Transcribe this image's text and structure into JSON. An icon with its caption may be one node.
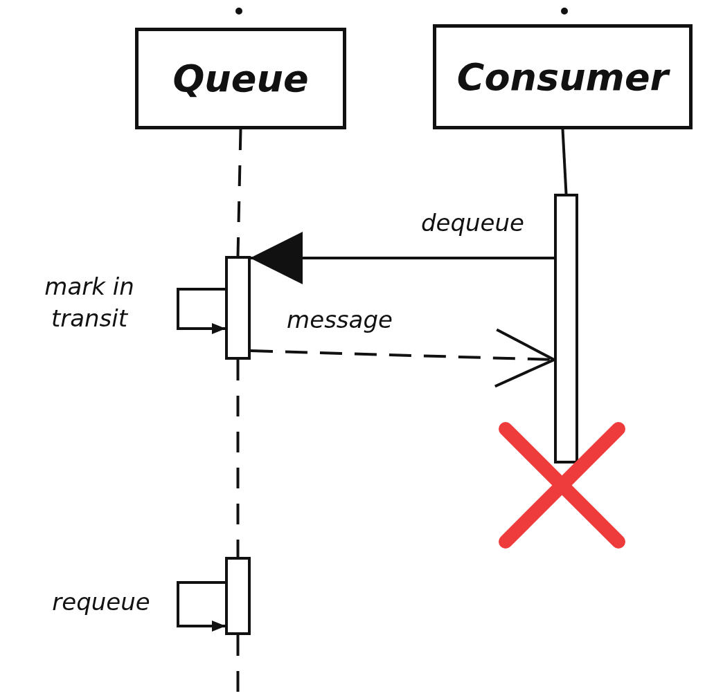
{
  "diagram": {
    "nodes": [
      {
        "text": [
          "Queue"
        ]
      },
      {
        "text": [
          "Consumer"
        ]
      },
      {
        "text": [],
        "shape": "bar"
      },
      {
        "text": [],
        "shape": "bar"
      },
      {
        "text": [],
        "shape": "bar"
      }
    ],
    "edges": [
      {
        "from": 3,
        "to": 2,
        "arrow": "to",
        "label": "dequeue"
      },
      {
        "from": 2,
        "to": 2,
        "arrow": "to",
        "label": "mark in transit"
      },
      {
        "from": 2,
        "to": 3,
        "arrow": "to",
        "label": "message",
        "style": "dashed"
      },
      {
        "from": 4,
        "to": 4,
        "arrow": "to",
        "label": "requeue"
      },
      {
        "from": 0,
        "to": 2,
        "arrow": "none",
        "style": "dashed"
      },
      {
        "from": 1,
        "to": 3,
        "arrow": "none"
      },
      {
        "from": 2,
        "to": 4,
        "arrow": "none",
        "style": "dashed"
      },
      {
        "from": 4,
        "to": null,
        "arrow": "none",
        "style": "dashed"
      }
    ]
  }
}
